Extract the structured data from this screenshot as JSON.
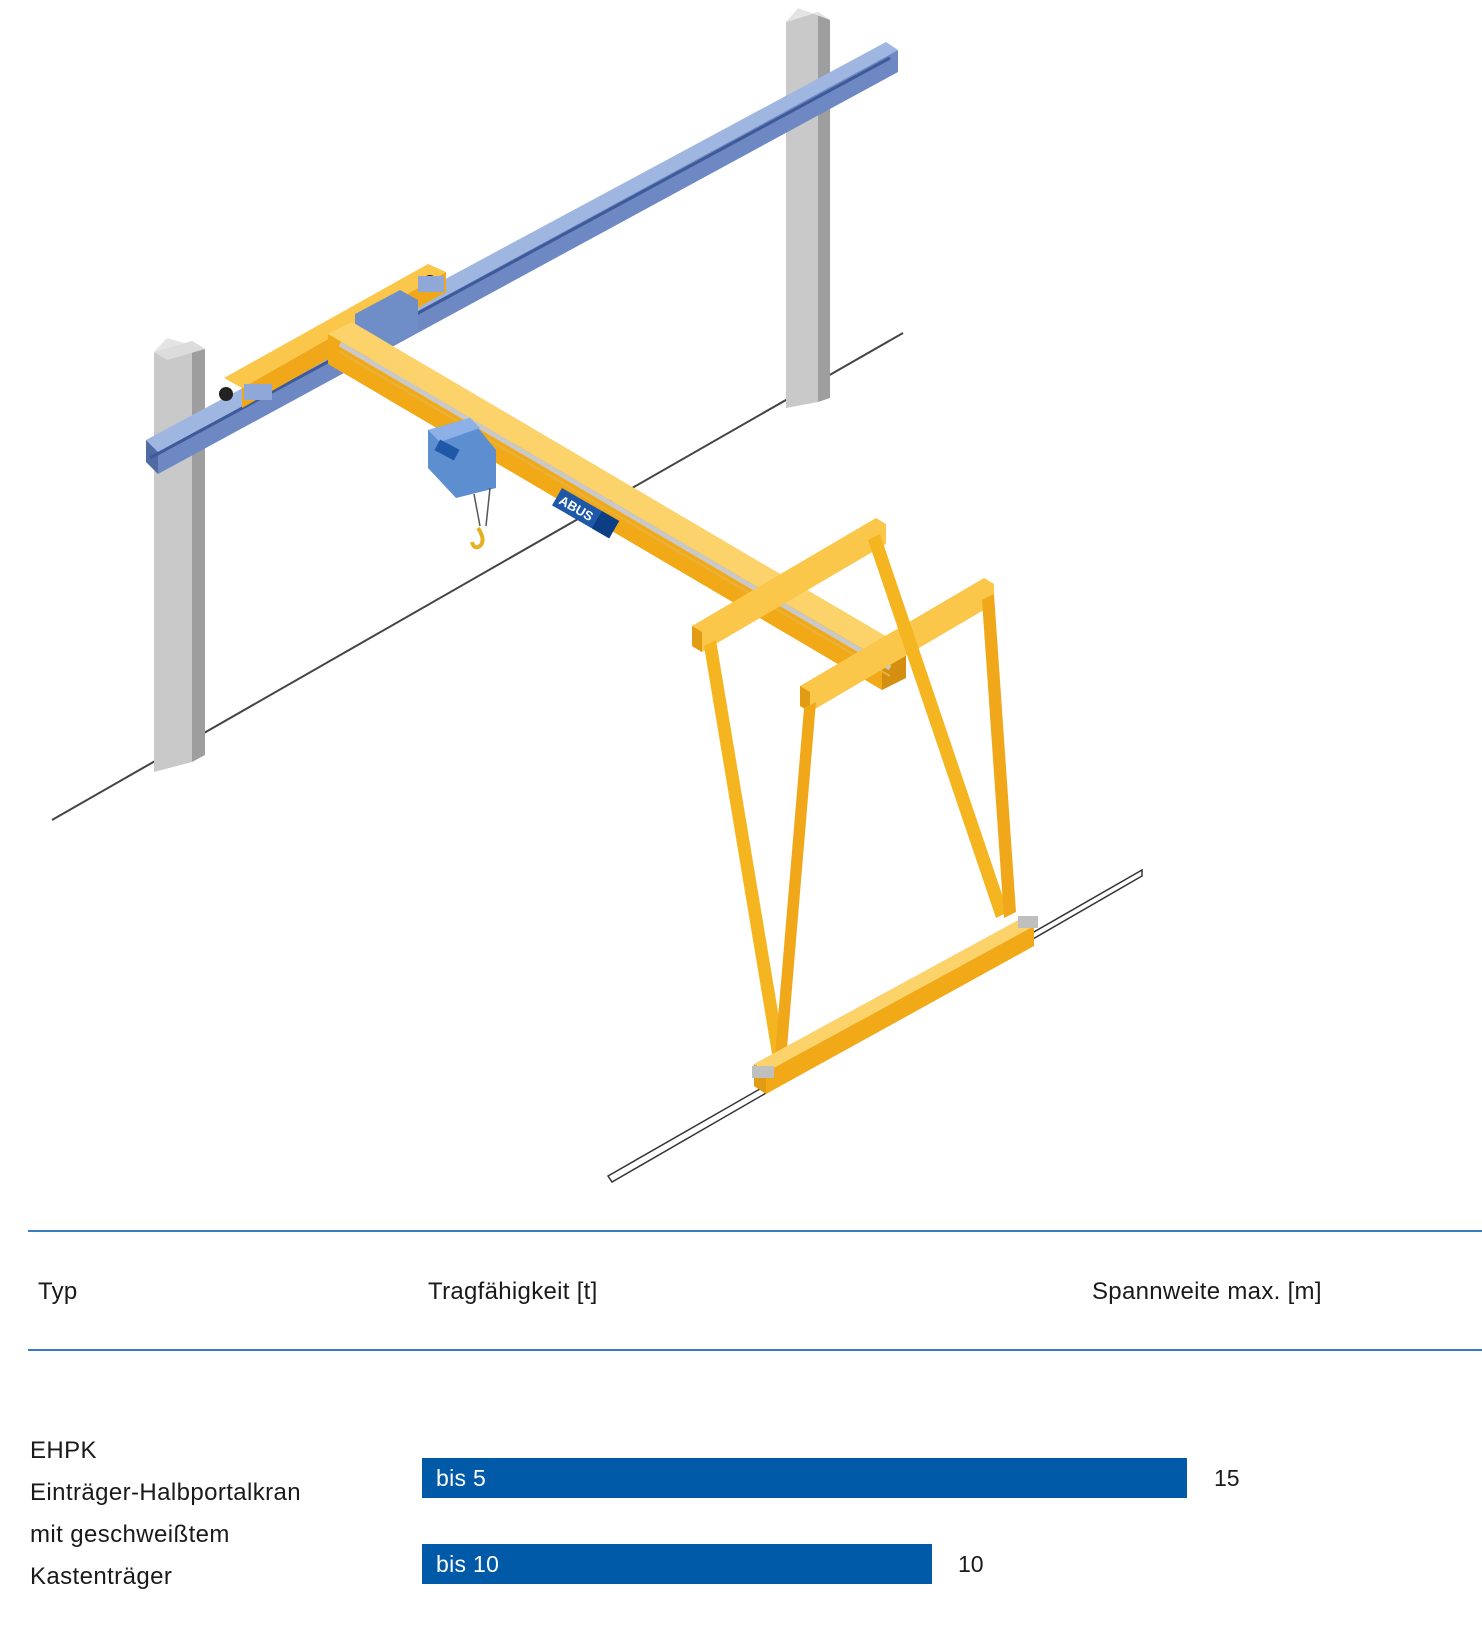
{
  "image": {
    "brand_label": "ABUS",
    "colors": {
      "crane": "#f5b521",
      "rail": "#7a93c8",
      "hoist": "#5d8fd0",
      "column": "#c8c8c8"
    }
  },
  "table": {
    "headers": {
      "typ": "Typ",
      "tragfaehigkeit": "Tragfähigkeit [t]",
      "spannweite": "Spannweite max. [m]"
    },
    "row": {
      "type_lines": [
        "EHPK",
        "Einträger-Halbportalkran",
        "mit geschweißtem",
        "Kastenträger"
      ],
      "bars": [
        {
          "label": "bis 5",
          "capacity_max_t": 5,
          "span_max_m": 15,
          "span_text": "15"
        },
        {
          "label": "bis 10",
          "capacity_max_t": 10,
          "span_max_m": 10,
          "span_text": "10"
        }
      ]
    },
    "colors": {
      "bar": "#005aa8",
      "rule": "#3a7cc4"
    }
  }
}
